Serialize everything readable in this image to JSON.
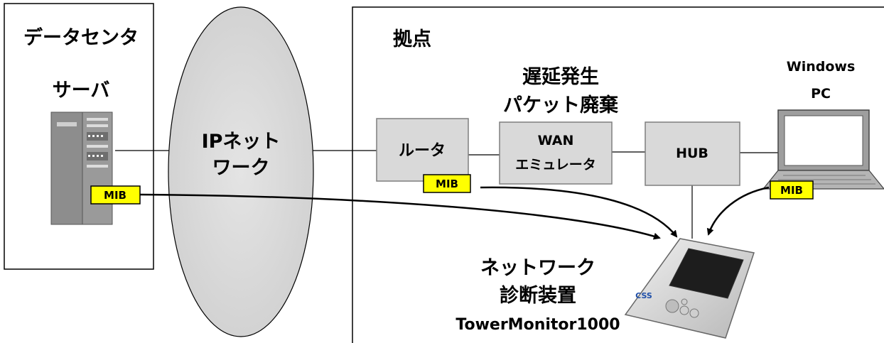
{
  "datacenter": {
    "title": "データセンタ",
    "server_label": "サーバ",
    "mib": "MIB"
  },
  "ip_network": {
    "line1": "IPネット",
    "line2": "ワーク"
  },
  "site": {
    "title": "拠点",
    "router": {
      "label": "ルータ",
      "mib": "MIB"
    },
    "wan_caption": {
      "line1": "遅延発生",
      "line2": "パケット廃棄"
    },
    "wan_emulator": {
      "line1": "WAN",
      "line2": "エミュレータ"
    },
    "hub": {
      "label": "HUB"
    },
    "pc": {
      "line1": "Windows",
      "line2": "PC",
      "mib": "MIB"
    },
    "diagnostic": {
      "line1": "ネットワーク",
      "line2": "診断装置",
      "line3": "TowerMonitor1000",
      "device_logo": "CSS"
    }
  },
  "colors": {
    "box_fill": "#d9d9d9",
    "box_stroke": "#7f7f7f",
    "mib_fill": "#ffff00",
    "line": "#000000"
  }
}
